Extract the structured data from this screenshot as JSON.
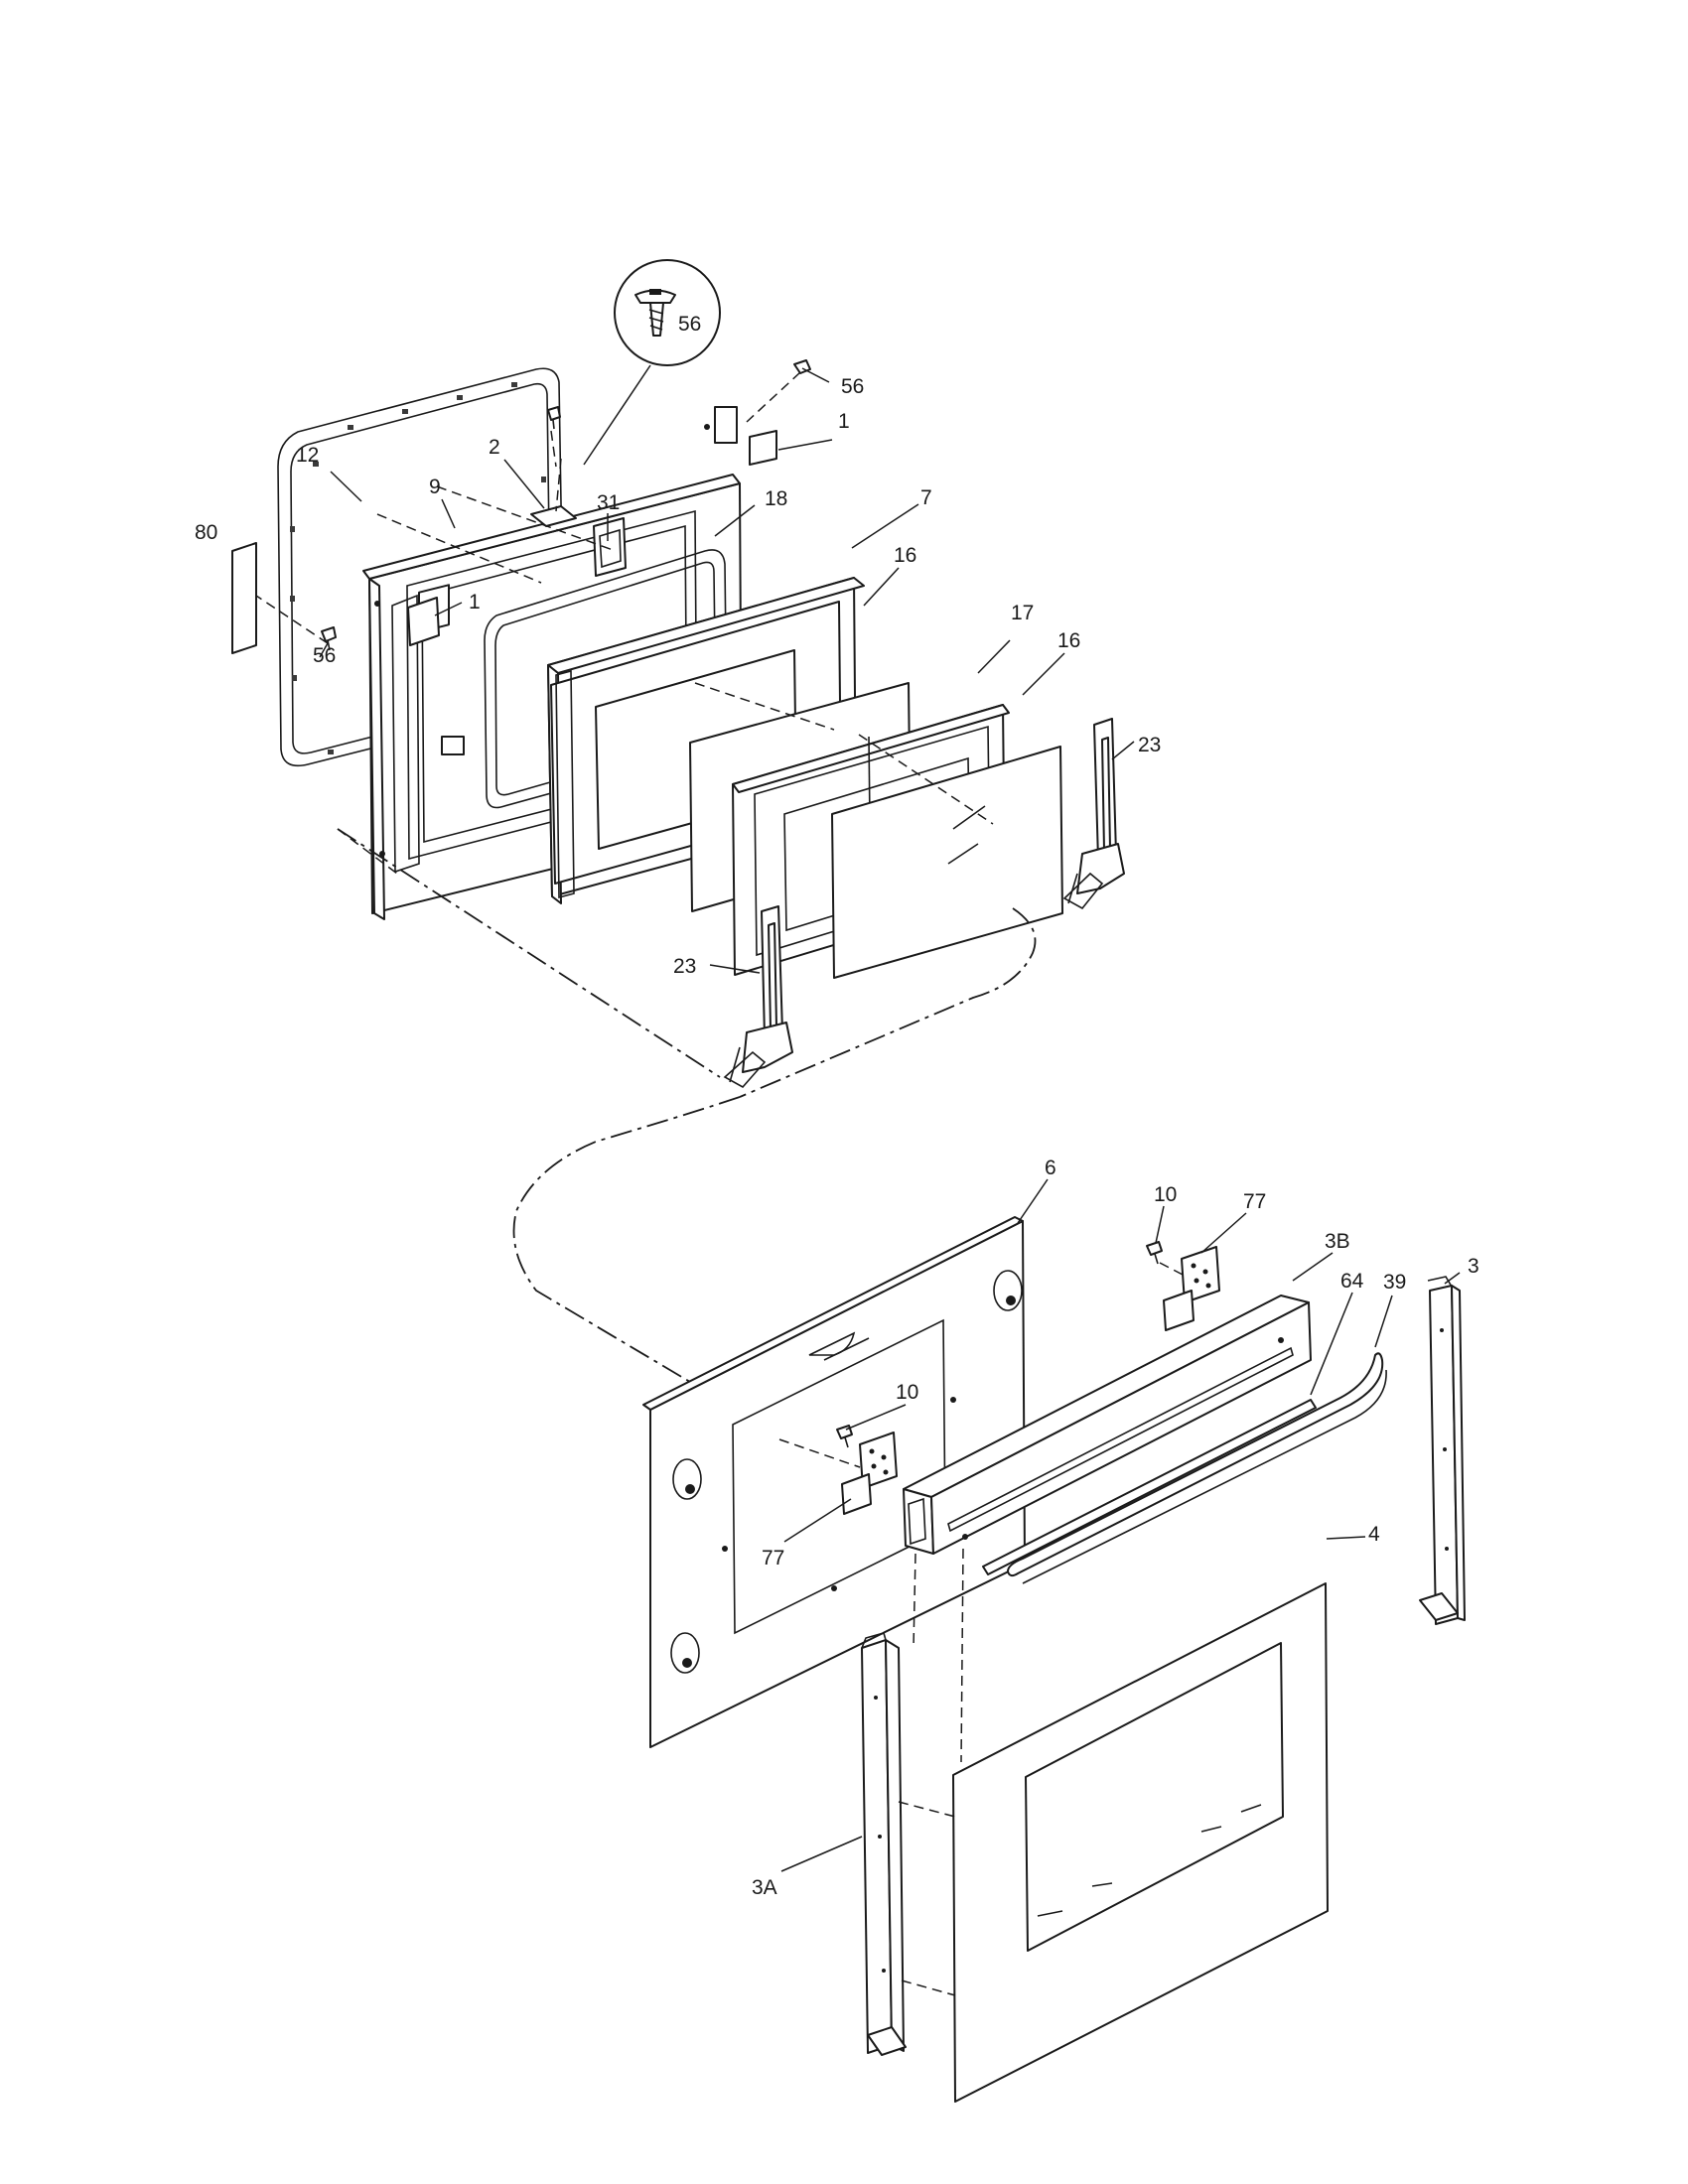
{
  "callouts": {
    "c80": "80",
    "c12": "12",
    "c9": "9",
    "c2": "2",
    "c31": "31",
    "c18": "18",
    "c7": "7",
    "c56_inset": "56",
    "c56_top": "56",
    "c1_top": "1",
    "c1_left": "1",
    "c56_left": "56",
    "c16_left": "16",
    "c17": "17",
    "c16_right": "16",
    "c23_right": "23",
    "c23_left": "23",
    "c6": "6",
    "c10_top": "10",
    "c77_top": "77",
    "c3B": "3B",
    "c64": "64",
    "c39": "39",
    "c3": "3",
    "c10_mid": "10",
    "c77_left": "77",
    "c4": "4",
    "c3A": "3A"
  }
}
